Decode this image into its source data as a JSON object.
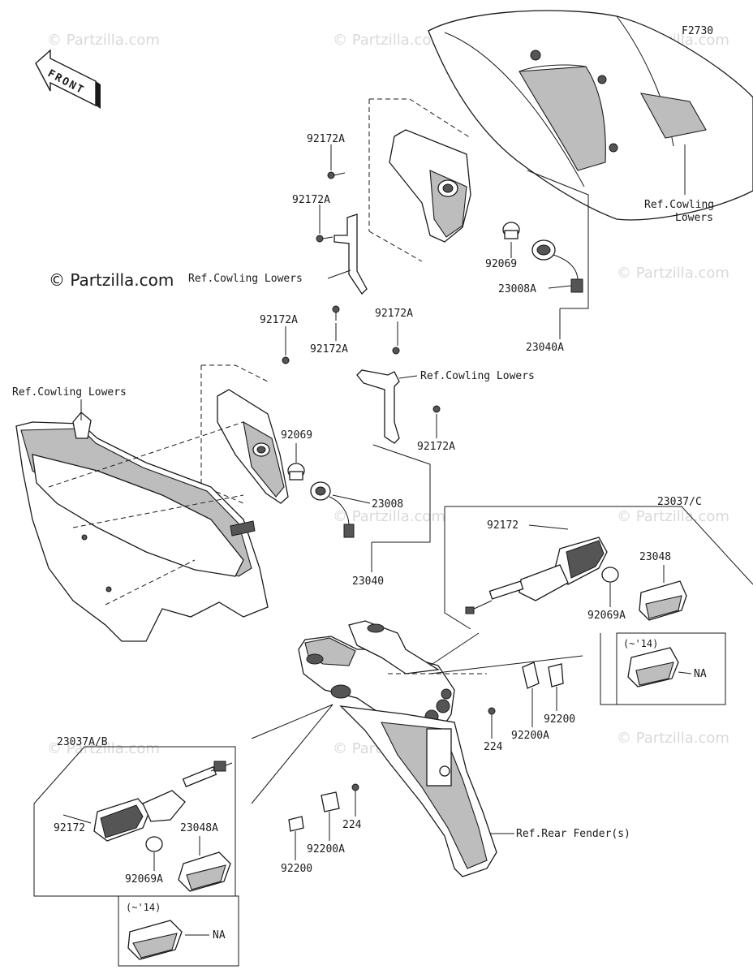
{
  "diagram_code": "F2730",
  "front_label": "FRONT",
  "watermark": "© Partzilla.com",
  "copyright": "© Partzilla.com",
  "labels": {
    "ref_cowling_lowers": "Ref.Cowling Lowers",
    "ref_cowling_lowers_line1": "Ref.Cowling",
    "ref_cowling_lowers_line2": "Lowers",
    "ref_rear_fender": "Ref.Rear Fender(s)",
    "p92172A": "92172A",
    "p92069": "92069",
    "p23008A": "23008A",
    "p23040A": "23040A",
    "p23008": "23008",
    "p23040": "23040",
    "p23037C": "23037/C",
    "p92172": "92172",
    "p23048": "23048",
    "p92069A": "92069A",
    "p14": "(~'14)",
    "na": "NA",
    "p224": "224",
    "p92200A": "92200A",
    "p92200": "92200",
    "p23037AB": "23037A/B",
    "p23048A": "23048A"
  }
}
